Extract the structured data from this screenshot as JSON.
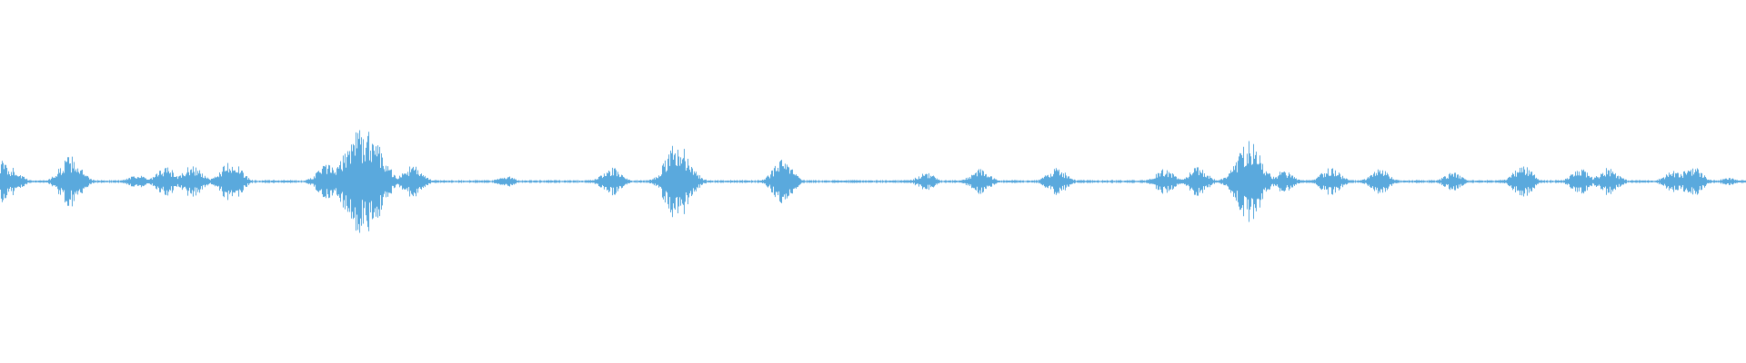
{
  "waveform": {
    "color": "#5aa9dd",
    "background": "#ffffff",
    "peaks": [
      {
        "t": 0.0,
        "amp": 0.06
      },
      {
        "t": 0.006,
        "amp": 0.04
      },
      {
        "t": 0.04,
        "amp": 0.07
      },
      {
        "t": 0.078,
        "amp": 0.02
      },
      {
        "t": 0.095,
        "amp": 0.04
      },
      {
        "t": 0.11,
        "amp": 0.045
      },
      {
        "t": 0.132,
        "amp": 0.06
      },
      {
        "t": 0.187,
        "amp": 0.05
      },
      {
        "t": 0.205,
        "amp": 0.15
      },
      {
        "t": 0.212,
        "amp": 0.14
      },
      {
        "t": 0.236,
        "amp": 0.045
      },
      {
        "t": 0.29,
        "amp": 0.015
      },
      {
        "t": 0.35,
        "amp": 0.04
      },
      {
        "t": 0.388,
        "amp": 0.11
      },
      {
        "t": 0.448,
        "amp": 0.06
      },
      {
        "t": 0.53,
        "amp": 0.025
      },
      {
        "t": 0.561,
        "amp": 0.035
      },
      {
        "t": 0.605,
        "amp": 0.04
      },
      {
        "t": 0.667,
        "amp": 0.035
      },
      {
        "t": 0.686,
        "amp": 0.04
      },
      {
        "t": 0.715,
        "amp": 0.115
      },
      {
        "t": 0.735,
        "amp": 0.03
      },
      {
        "t": 0.762,
        "amp": 0.04
      },
      {
        "t": 0.79,
        "amp": 0.035
      },
      {
        "t": 0.832,
        "amp": 0.025
      },
      {
        "t": 0.872,
        "amp": 0.045
      },
      {
        "t": 0.905,
        "amp": 0.035
      },
      {
        "t": 0.921,
        "amp": 0.04
      },
      {
        "t": 0.958,
        "amp": 0.03
      },
      {
        "t": 0.969,
        "amp": 0.045
      },
      {
        "t": 0.99,
        "amp": 0.01
      }
    ]
  }
}
